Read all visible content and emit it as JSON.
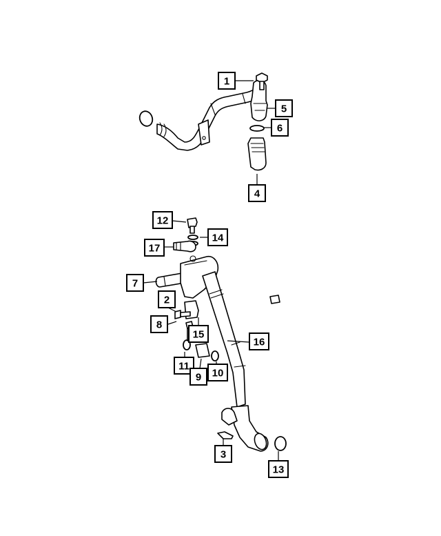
{
  "diagram": {
    "callouts": [
      {
        "id": "1",
        "label": "1"
      },
      {
        "id": "5",
        "label": "5"
      },
      {
        "id": "6",
        "label": "6"
      },
      {
        "id": "4",
        "label": "4"
      },
      {
        "id": "12",
        "label": "12"
      },
      {
        "id": "14",
        "label": "14"
      },
      {
        "id": "17",
        "label": "17"
      },
      {
        "id": "7",
        "label": "7"
      },
      {
        "id": "2",
        "label": "2"
      },
      {
        "id": "8",
        "label": "8"
      },
      {
        "id": "15",
        "label": "15"
      },
      {
        "id": "16",
        "label": "16"
      },
      {
        "id": "11",
        "label": "11"
      },
      {
        "id": "9",
        "label": "9"
      },
      {
        "id": "10",
        "label": "10"
      },
      {
        "id": "3",
        "label": "3"
      },
      {
        "id": "13",
        "label": "13"
      }
    ]
  }
}
